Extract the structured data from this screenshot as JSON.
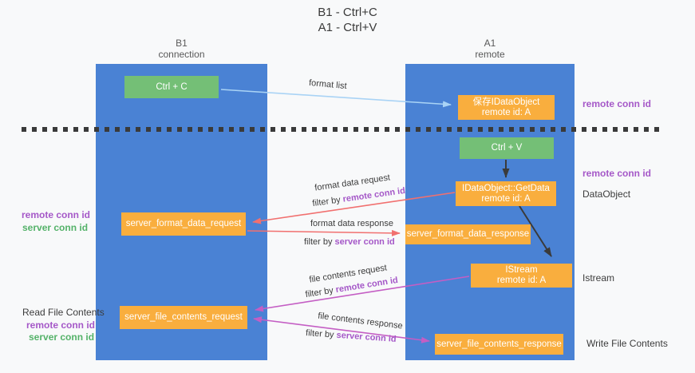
{
  "title": {
    "line1": "B1 - Ctrl+C",
    "line2": "A1 - Ctrl+V"
  },
  "lanes": {
    "left": {
      "title": "B1",
      "subtitle": "connection"
    },
    "right": {
      "title": "A1",
      "subtitle": "remote"
    }
  },
  "nodes": {
    "ctrl_c": {
      "label": "Ctrl + C"
    },
    "save_idataobject": {
      "line1": "保存IDataObject",
      "line2": "remote id: A"
    },
    "ctrl_v": {
      "label": "Ctrl + V"
    },
    "getdata": {
      "line1": "IDataObject::GetData",
      "line2": "remote id: A"
    },
    "format_request": {
      "label": "server_format_data_request"
    },
    "format_response": {
      "label": "server_format_data_response"
    },
    "istream": {
      "line1": "IStream",
      "line2": "remote id: A"
    },
    "file_request": {
      "label": "server_file_contents_request"
    },
    "file_response": {
      "label": "server_file_contents_response"
    }
  },
  "edge_labels": {
    "format_list": "format list",
    "format_data_request": "format data request",
    "format_data_response": "format data response",
    "file_contents_request": "file contents request",
    "file_contents_response": "file contents response",
    "filter_by": "filter by",
    "remote_conn_id": "remote conn id",
    "server_conn_id": "server conn id"
  },
  "margin_labels": {
    "left_format_remote": "remote conn id",
    "left_format_server": "server conn id",
    "read_file_contents": "Read File Contents",
    "left_file_remote": "remote conn id",
    "left_file_server": "server conn id",
    "right_save_remote": "remote conn id",
    "right_getdata_remote": "remote conn id",
    "right_dataobject": "DataObject",
    "right_istream": "Istream",
    "right_write_file": "Write File Contents"
  },
  "colors": {
    "lane_blue": "#4a82d4",
    "node_green": "#74bf76",
    "node_orange": "#f9ae3e",
    "arrow_lightblue": "#a9d3f5",
    "arrow_black": "#3a3a3a",
    "arrow_red": "#f1706f",
    "arrow_magenta": "#c45ec4",
    "text_purple": "#a558c8",
    "text_green": "#54b269"
  }
}
